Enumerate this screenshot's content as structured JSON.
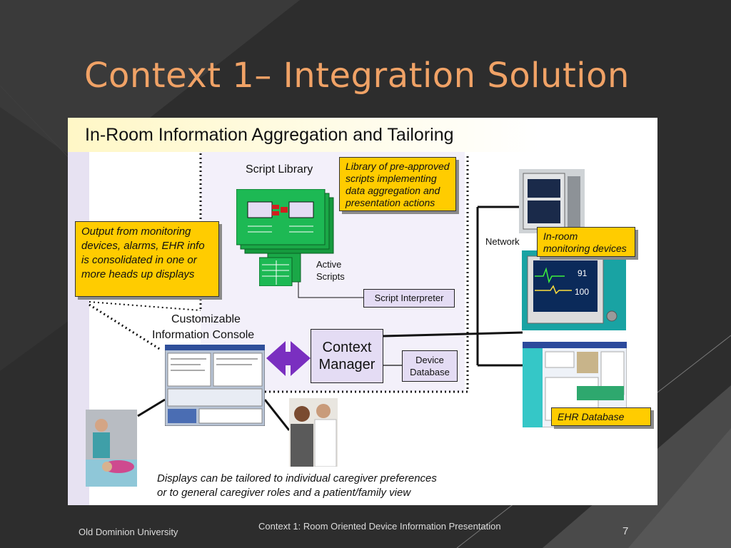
{
  "slide": {
    "title": "Context 1– Integration Solution",
    "footer_left": "Old Dominion University",
    "footer_center": "Context 1: Room Oriented Device Information Presentation",
    "page_number": "7"
  },
  "diagram": {
    "title": "In-Room Information Aggregation and Tailoring",
    "script_library_label": "Script Library",
    "library_note": "Library of pre-approved scripts implementing data aggregation and presentation actions",
    "output_note": "Output from monitoring devices, alarms, EHR info is consolidated in one or more heads up displays",
    "active_scripts_label_1": "Active",
    "active_scripts_label_2": "Scripts",
    "script_interpreter_label": "Script Interpreter",
    "console_label_1": "Customizable",
    "console_label_2": "Information Console",
    "context_manager_label_1": "Context",
    "context_manager_label_2": "Manager",
    "device_database_label_1": "Device",
    "device_database_label_2": "Database",
    "network_label": "Network",
    "monitoring_note_1": "In-room",
    "monitoring_note_2": "monitoring devices",
    "monitor_readout_1": "91",
    "monitor_readout_2": "100",
    "ehr_note": "EHR Database",
    "displays_caption_1": "Displays can be tailored to individual caregiver preferences",
    "displays_caption_2": "or to general caregiver roles and a patient/family view"
  },
  "colors": {
    "title_orange": "#f0a266",
    "note_yellow": "#ffcc00",
    "lavender": "#e4dcf4",
    "script_green": "#1db954",
    "arrow_purple": "#7a2fc0"
  }
}
